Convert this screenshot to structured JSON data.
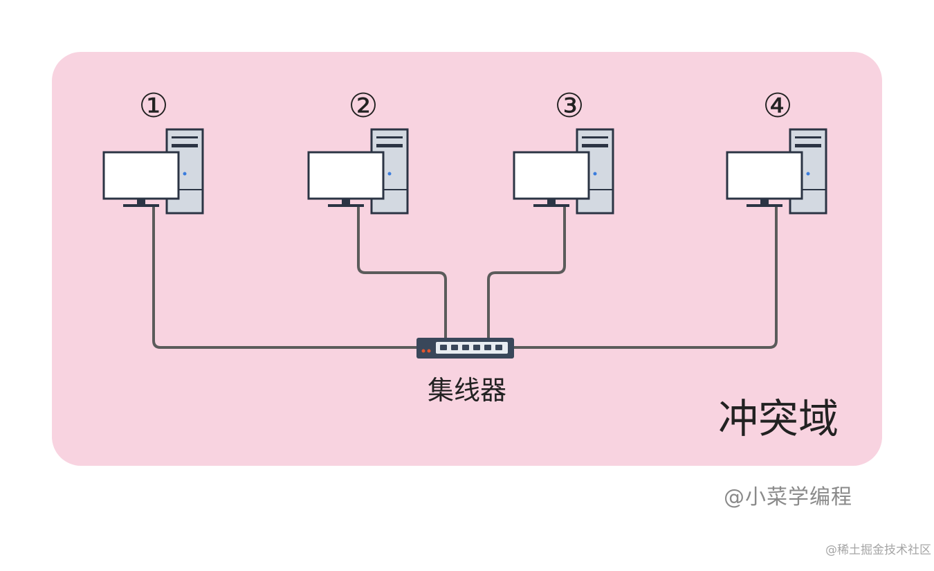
{
  "diagram": {
    "region_label": "冲突域",
    "hub_label": "集线器",
    "computers": [
      {
        "label": "①"
      },
      {
        "label": "②"
      },
      {
        "label": "③"
      },
      {
        "label": "④"
      }
    ]
  },
  "watermark": {
    "author": "@小菜学编程",
    "platform": "@稀土掘金技术社区"
  },
  "colors": {
    "region_fill": "#f8d3e0",
    "cable": "#5b5b5b",
    "tower": "#d3d9e1",
    "device_outline": "#2b3444",
    "hub_body": "#39475a",
    "hub_led": "#e2552d",
    "power_led": "#3b7ddd"
  }
}
